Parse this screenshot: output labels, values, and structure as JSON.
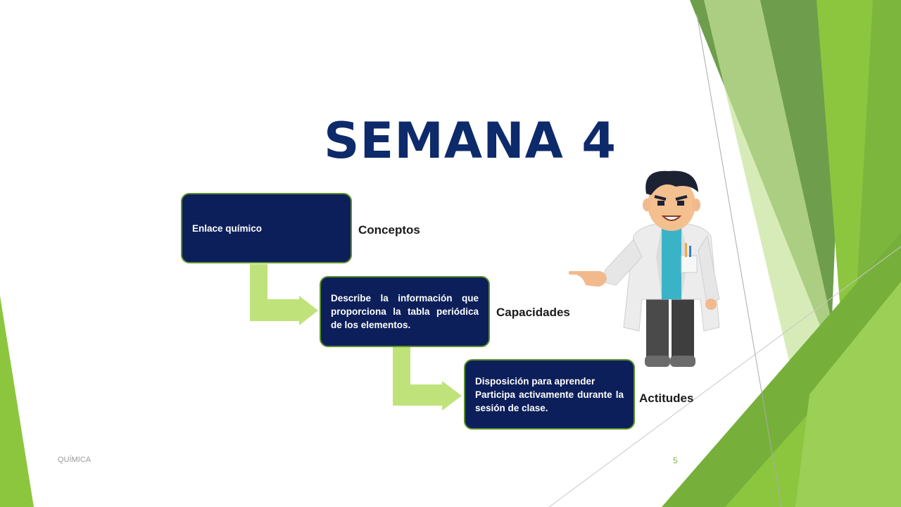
{
  "slide": {
    "title": "SEMANA 4",
    "footer_left": "QUÍMICA",
    "footer_page": "5"
  },
  "steps": [
    {
      "text": "Enlace químico",
      "category": "Conceptos"
    },
    {
      "text": "Describe la información que proporciona la tabla periódica de los elementos.",
      "category": "Capacidades"
    },
    {
      "line1": "Disposición para aprender",
      "line2": "Participa activamente durante la sesión de clase.",
      "category": "Actitudes"
    }
  ],
  "colors": {
    "title": "#0d2a6b",
    "box_fill": "#0c1f5a",
    "box_border": "#5b8f2a",
    "arrow": "#bfe37a",
    "green_dark": "#5f9a3a",
    "green_light": "#8cc63f"
  },
  "icons": [
    "scientist-illustration"
  ]
}
